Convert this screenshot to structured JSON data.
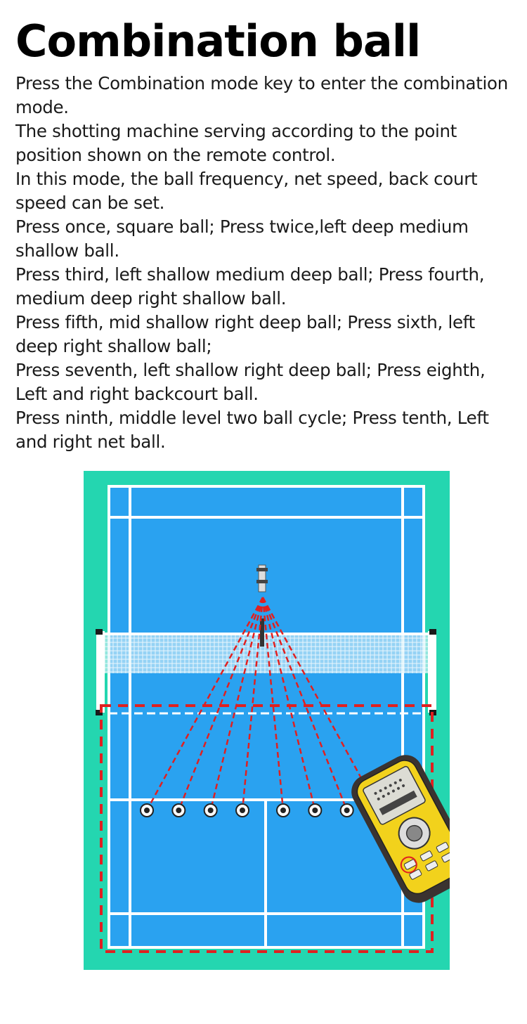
{
  "title": "Combination ball",
  "description": [
    "Press the Combination mode key to enter the combination mode.",
    "The shotting machine serving according to the point position shown on the remote control.",
    "In this mode, the ball frequency, net speed, back court speed can be set.",
    "Press once, square ball; Press twice,left deep medium shallow ball.",
    "Press third, left shallow medium deep ball; Press fourth, medium deep right shallow ball.",
    "Press fifth, mid shallow right deep ball; Press sixth, left deep right shallow ball;",
    "Press seventh, left shallow right deep ball; Press eighth, Left and right backcourt ball.",
    "Press ninth, middle level two ball cycle; Press tenth, Left and right net ball."
  ],
  "colors": {
    "surround": "#24d6b0",
    "court": "#2aa2f0",
    "lines": "#ffffff",
    "trajectory": "#e02020",
    "remote_body": "#f2d21c",
    "remote_shell": "#3a3330"
  },
  "landing_points": 8
}
